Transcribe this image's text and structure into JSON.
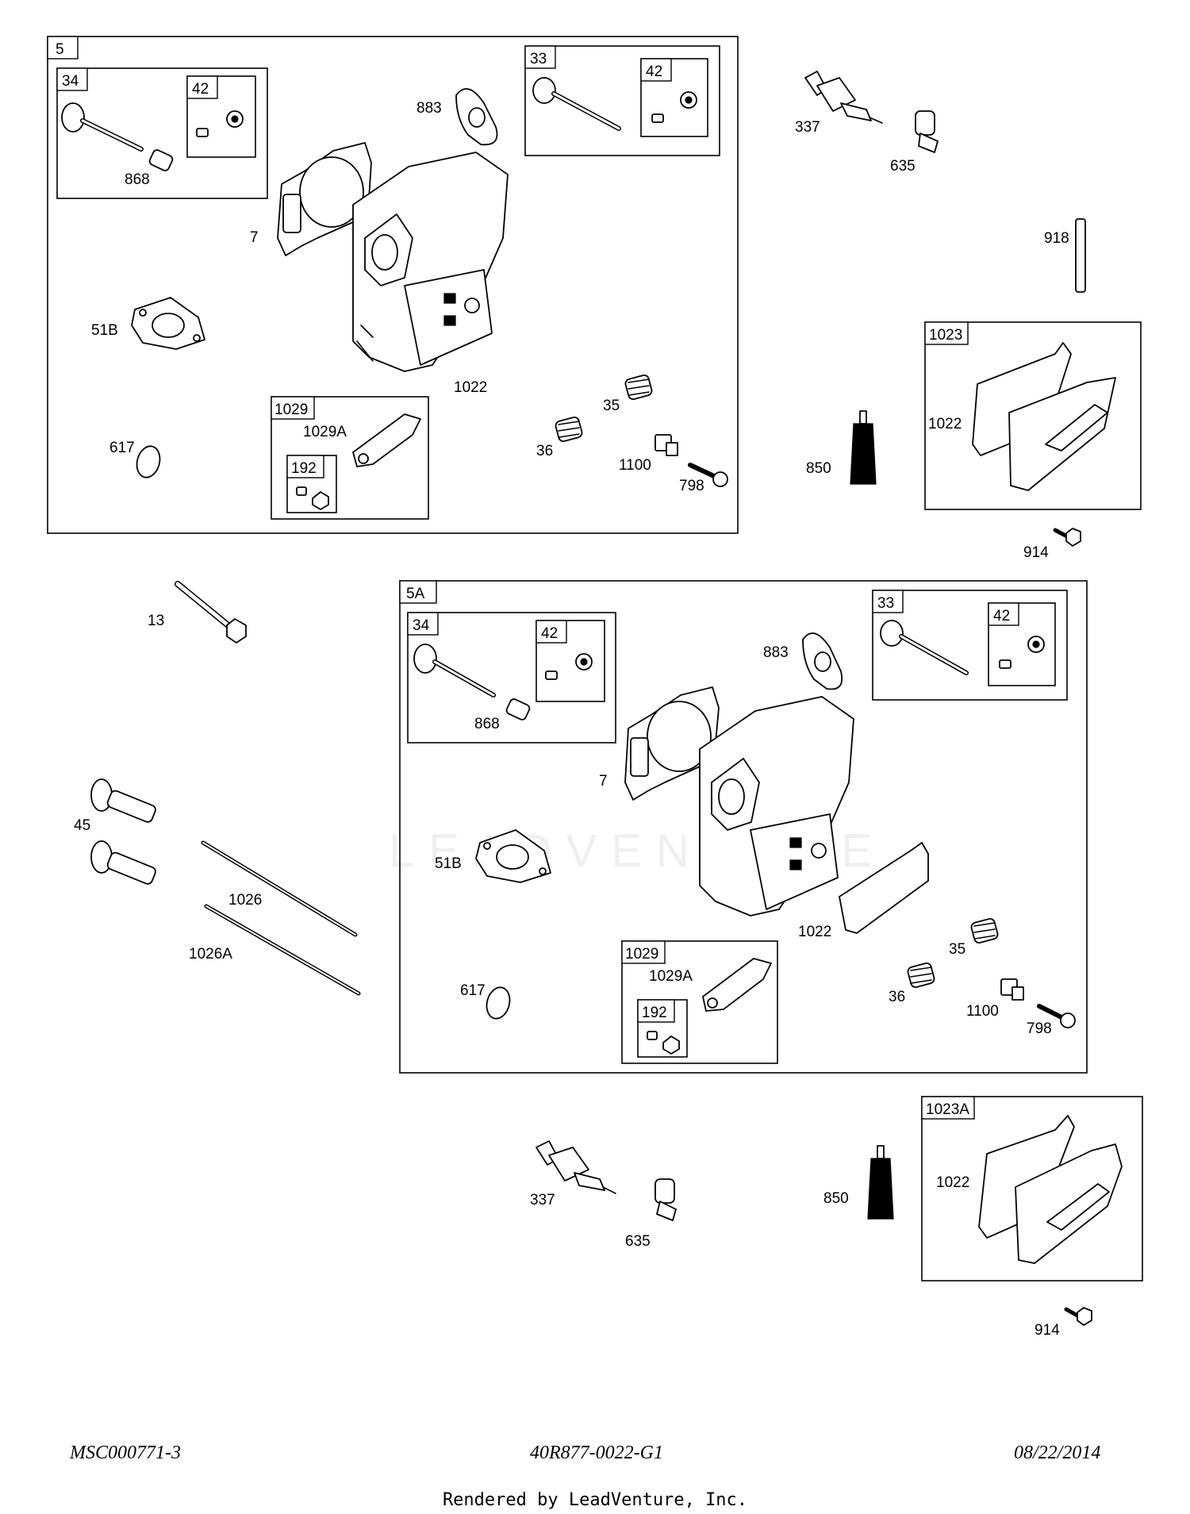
{
  "watermark": "LEADVENTURE",
  "groups": {
    "g5": "5",
    "g34a": "34",
    "g42a": "42",
    "g33a": "33",
    "g42b": "42",
    "g1029a": "1029",
    "g192a": "192",
    "g1023": "1023",
    "g5A": "5A",
    "g34b": "34",
    "g42c": "42",
    "g33b": "33",
    "g42d": "42",
    "g1029b": "1029",
    "g192b": "192",
    "g1023A": "1023A"
  },
  "callouts": {
    "c868a": "868",
    "c883a": "883",
    "c7a": "7",
    "c51Ba": "51B",
    "c1022a": "1022",
    "c35a": "35",
    "c36a": "36",
    "c1100a": "1100",
    "c798a": "798",
    "c617a": "617",
    "c1029Aa": "1029A",
    "c337a": "337",
    "c635a": "635",
    "c918": "918",
    "c1022b": "1022",
    "c850a": "850",
    "c914a": "914",
    "c13": "13",
    "c45": "45",
    "c1026": "1026",
    "c1026A": "1026A",
    "c868b": "868",
    "c883b": "883",
    "c7b": "7",
    "c51Bb": "51B",
    "c1022c": "1022",
    "c35b": "35",
    "c36b": "36",
    "c1100b": "1100",
    "c798b": "798",
    "c617b": "617",
    "c1029Ab": "1029A",
    "c337b": "337",
    "c635b": "635",
    "c850b": "850",
    "c1022d": "1022",
    "c914b": "914"
  },
  "footer": {
    "left": "MSC000771-3",
    "center": "40R877-0022-G1",
    "right": "08/22/2014",
    "rendered": "Rendered by LeadVenture, Inc."
  }
}
